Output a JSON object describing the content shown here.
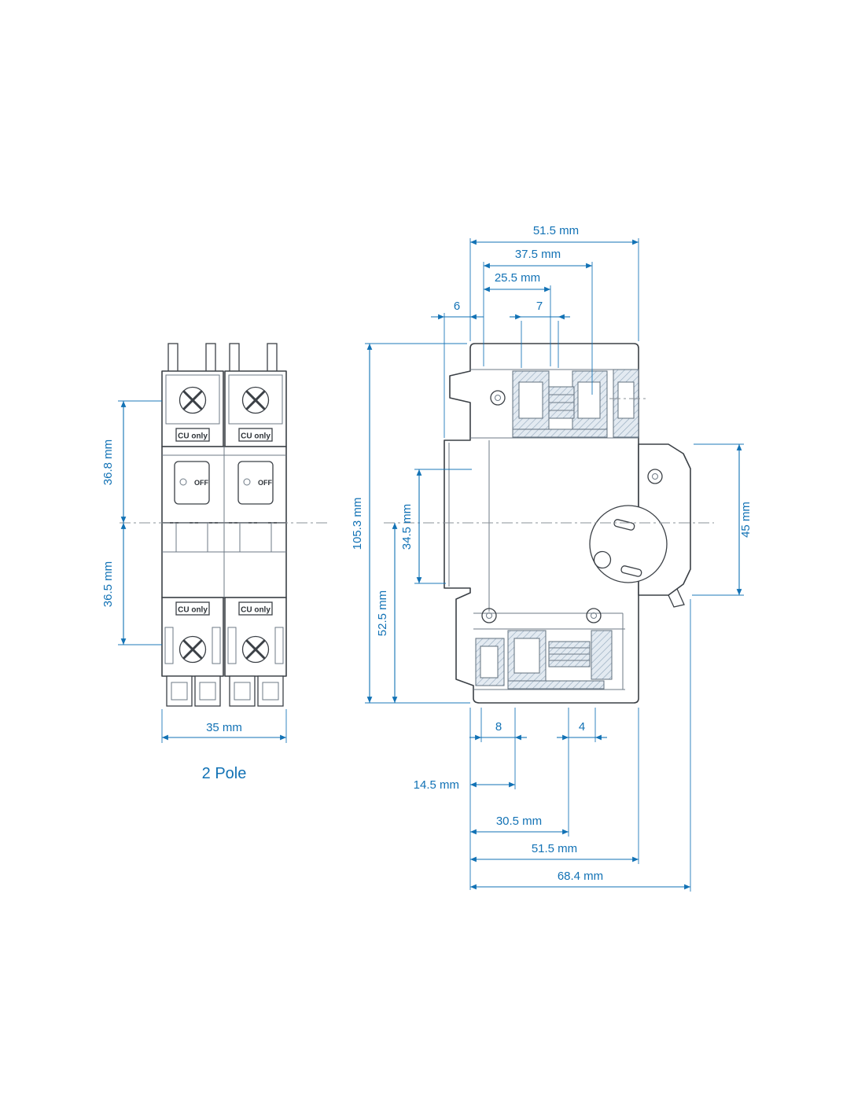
{
  "diagram": {
    "front": {
      "caption": "2 Pole",
      "cu_only": "CU only",
      "off": "OFF",
      "dim_upper_height": "36.8 mm",
      "dim_lower_height": "36.5 mm",
      "dim_width": "35 mm"
    },
    "side": {
      "dim_top_outer": "51.5 mm",
      "dim_top_mid": "37.5 mm",
      "dim_top_inner": "25.5 mm",
      "dim_top_left_offset": "6",
      "dim_top_right_offset": "7",
      "dim_overall_height": "105.3 mm",
      "dim_upper_height": "34.5 mm",
      "dim_lower_height": "52.5 mm",
      "dim_handle_height": "45 mm",
      "dim_bottom_slot_8": "8",
      "dim_bottom_slot_4": "4",
      "dim_bottom_14_5": "14.5 mm",
      "dim_bottom_30_5": "30.5 mm",
      "dim_bottom_51_5": "51.5 mm",
      "dim_overall_width": "68.4 mm"
    },
    "colors": {
      "dimension_blue": "#1272b5",
      "outline_gray": "#3b4046"
    }
  }
}
